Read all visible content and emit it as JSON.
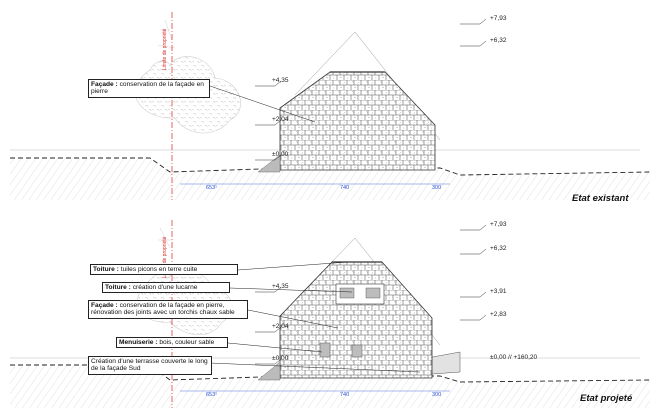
{
  "sections": {
    "existing": {
      "state_label": "Etat existant",
      "levels": [
        "+7,93",
        "+6,32",
        "+4,35",
        "+2,04",
        "±0,00"
      ],
      "dims": [
        "653¹",
        "740",
        "300"
      ],
      "axis_label": "Limite de propriété",
      "notes": [
        {
          "title": "Façade :",
          "text": "conservation de la façade en pierre"
        }
      ]
    },
    "projected": {
      "state_label": "Etat projeté",
      "levels": [
        "+7,93",
        "+6,32",
        "+4,35",
        "+3,91",
        "+2,83",
        "+2,04",
        "±0,00",
        "±0,00 // +160,20"
      ],
      "dims": [
        "653¹",
        "740",
        "300"
      ],
      "axis_label": "Limite de propriété",
      "notes": [
        {
          "title": "Toiture :",
          "text": "tuiles picons en terre cuite"
        },
        {
          "title": "Toiture :",
          "text": "création d'une lucarne"
        },
        {
          "title": "Façade :",
          "text": "conservation de la façade en pierre, rénovation des joints avec un torchis chaux sable"
        },
        {
          "title": "Menuiserie :",
          "text": "bois, couleur sable"
        },
        {
          "title": "",
          "text": "Création d'une terrasse couverte le long de la façade Sud"
        }
      ]
    }
  },
  "colors": {
    "stone": "#555555",
    "axis": "#dd2222",
    "dimension": "#2a4fd6",
    "vegetation": "#c8c8c8"
  }
}
